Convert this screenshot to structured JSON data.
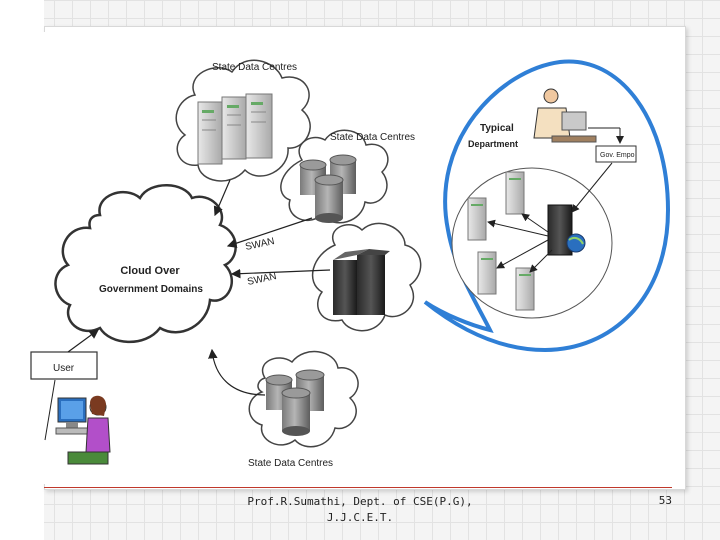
{
  "diagram": {
    "labels": {
      "sdc_top": "State Data Centres",
      "sdc_mid": "State Data Centres",
      "sdc_bottom": "State Data Centres",
      "cloud_line1": "Cloud Over",
      "cloud_line2": "Government Domains",
      "swan_upper": "SWAN",
      "swan_lower": "SWAN",
      "user": "User",
      "typical_line1": "Typical",
      "typical_line2": "Department",
      "gov_empo": "Gov. Empo"
    },
    "colors": {
      "bubble_blue": "#2f7fd6",
      "cloud_stroke": "#333333",
      "arrow": "#222222"
    }
  },
  "footer": {
    "author_line1": "Prof.R.Sumathi, Dept. of CSE(P.G),",
    "author_line2": "J.J.C.E.T.",
    "page_number": "53"
  }
}
